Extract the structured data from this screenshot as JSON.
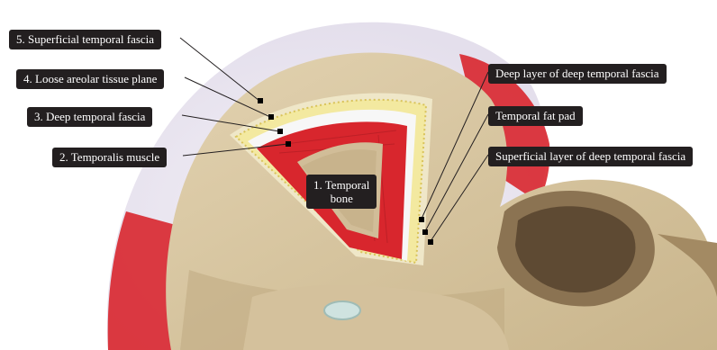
{
  "labels": {
    "superficial_temporal_fascia": "5. Superficial temporal fascia",
    "loose_areolar_tissue_plane": "4. Loose areolar tissue plane",
    "deep_temporal_fascia": "3. Deep temporal fascia",
    "temporalis_muscle": "2. Temporalis muscle",
    "temporal_bone_line1": "1. Temporal",
    "temporal_bone_line2": "bone",
    "deep_layer_of_deep_temporal_fascia": "Deep layer of deep temporal fascia",
    "temporal_fat_pad": "Temporal fat pad",
    "superficial_layer_of_deep_temporal_fascia": "Superficial layer of deep temporal fascia"
  },
  "colors": {
    "label_background": "#231f20",
    "label_text": "#ffffff",
    "bone": "#d9c7a3",
    "muscle": "#d8262d",
    "fat": "#f3e9a0",
    "fascia_white": "#f7f7f7",
    "scalp_lavender": "#ece8f2"
  }
}
